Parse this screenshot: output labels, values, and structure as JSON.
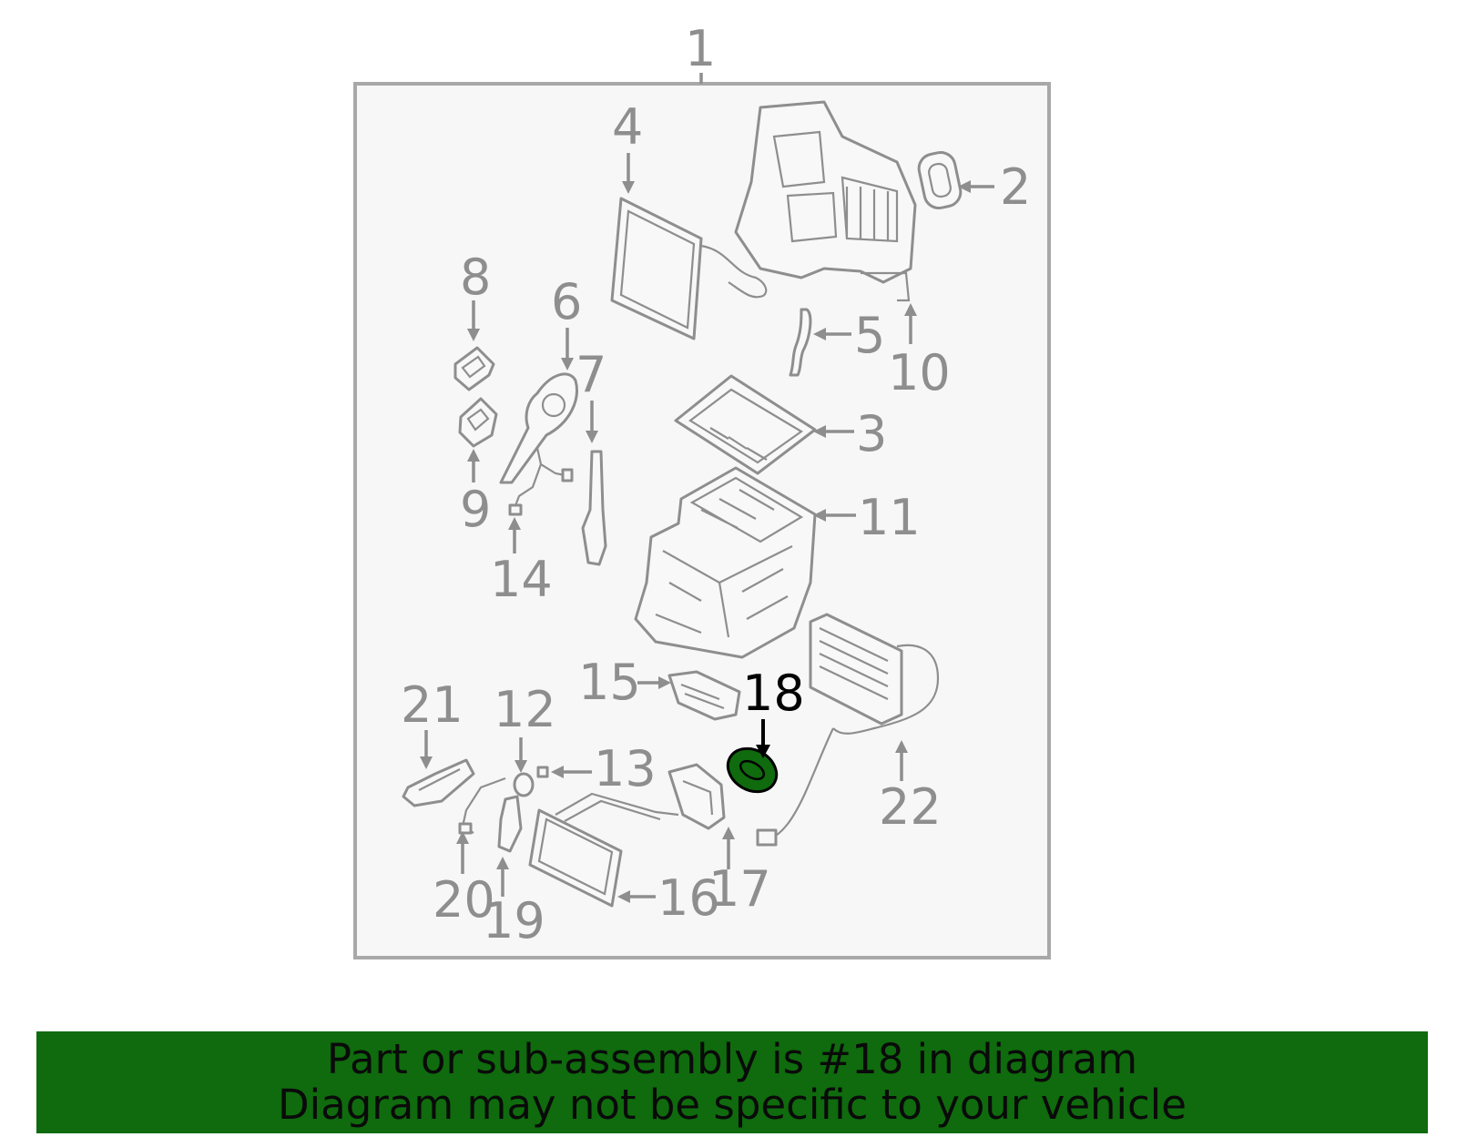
{
  "diagram": {
    "assembly_label": "1",
    "callouts": [
      "2",
      "3",
      "4",
      "5",
      "6",
      "7",
      "8",
      "9",
      "10",
      "11",
      "12",
      "13",
      "14",
      "15",
      "16",
      "17",
      "18",
      "19",
      "20",
      "21",
      "22"
    ],
    "highlighted_part": "18",
    "highlight_color": "#0f6b0d",
    "frame_background": "#f7f7f7",
    "line_color": "#8e8e8e"
  },
  "banner": {
    "line1": "Part or sub-assembly is #18 in diagram",
    "line2": "Diagram may not be specific to your vehicle",
    "background": "#0f6b0d"
  }
}
